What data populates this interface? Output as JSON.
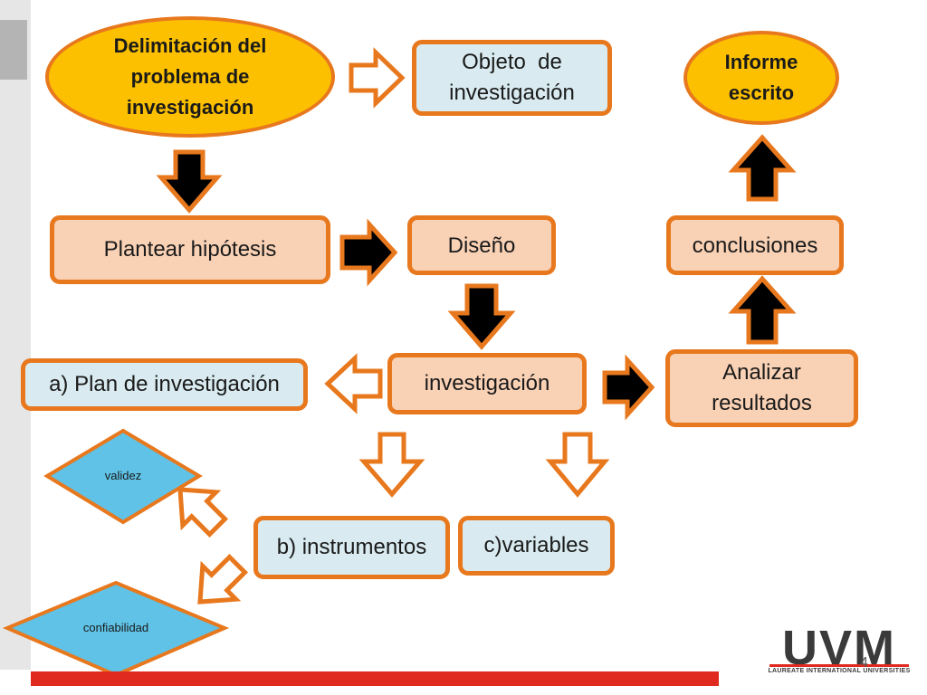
{
  "nodes": {
    "delimitacion": "Delimitación del problema de investigación",
    "objeto": "Objeto  de investigación",
    "informe": "Informe escrito",
    "plantear": "Plantear hipótesis",
    "diseno": "Diseño",
    "conclusiones": "conclusiones",
    "plan": "a) Plan de investigación",
    "investigacion": "investigación",
    "analizar": "Analizar resultados",
    "instrumentos": "b) instrumentos",
    "variables": "c)variables",
    "validez": "validez",
    "confiabilidad": "confiabilidad"
  },
  "logo": {
    "text": "UVM",
    "subtitle": "LAUREATE INTERNATIONAL UNIVERSITIES"
  },
  "page_number": "4",
  "colors": {
    "orange_border": "#e8781d",
    "yellow_fill": "#fcc000",
    "blue_fill": "#d9ebf0",
    "peach_fill": "#f9d1b5",
    "diamond_fill": "#5fc2e6",
    "red_bar": "#e02a1f",
    "arrow_fill": "#000000"
  }
}
